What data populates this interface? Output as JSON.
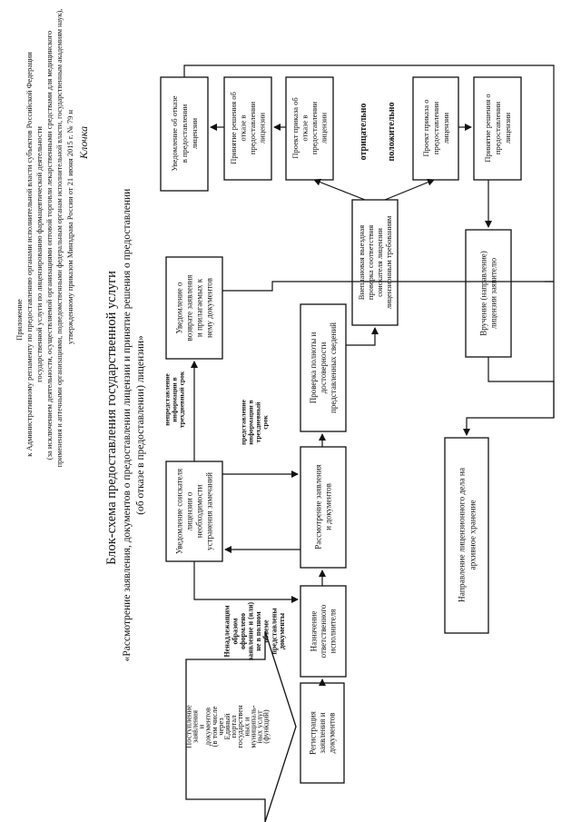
{
  "header": {
    "lines": [
      "Приложение",
      "к Административному регламенту по предоставлению органами исполнительной власти субъектов Российской Федерации",
      "государственной услуги по лицензированию фармацевтической деятельности",
      "(за исключением деятельности, осуществляемой организациями оптовой торговли лекарственными средствами для медицинского",
      "применения и аптечными организациями, подведомственными федеральным органам исполнительной власти, государственным академиям наук),",
      "утвержденному приказом Минздрава России от 21 июня 2015 г. № 79 н"
    ]
  },
  "title": {
    "main": "Блок-схема предоставления государственной услуги",
    "sub": "«Рассмотрение заявления, документов о предоставлении лицензии и принятие решения о предоставлении",
    "sub2": "(об отказе в предоставлении) лицензии»"
  },
  "boxes": {
    "input_arrow": [
      "Поступление",
      "заявления",
      "и",
      "документов",
      "(в том числе",
      "через",
      "Единый",
      "портал",
      "государствен",
      "ных и",
      "муниципаль-",
      "ных услуг",
      "(функций)"
    ],
    "registration": [
      "Регистрация",
      "заявления и",
      "документов"
    ],
    "assign_executor": [
      "Назначение",
      "ответственного",
      "исполнителя"
    ],
    "review": [
      "Рассмотрение заявления",
      "и документов"
    ],
    "notify_applicant": [
      "Уведомление соискателя",
      "лицензии о",
      "необходимости",
      "устранения замечаний"
    ],
    "check_completeness": [
      "Проверка полноты и",
      "достоверности",
      "представленных сведений"
    ],
    "notify_return": [
      "Уведомление о",
      "возврате заявления",
      "и прилагаемых к",
      "нему документов"
    ],
    "site_inspection": [
      "Внеплановая выездная",
      "проверка соответствия",
      "соискателя лицензии",
      "лицензионным требованиям"
    ],
    "delivery": [
      "Вручение (направление)",
      "лицензии заявителю"
    ],
    "archive": [
      "Направление лицензионного дела на",
      "архивное хранение"
    ],
    "notify_refusal": [
      "Уведомление об отказе",
      "в предоставлении",
      "лицензии"
    ],
    "decision_refusal": [
      "Принятие решения об",
      "отказе в",
      "предоставлении",
      "лицензии"
    ],
    "draft_refusal": [
      "Проект приказа об",
      "отказе в",
      "предоставлении",
      "лицензии"
    ],
    "draft_grant": [
      "Проект приказа о",
      "предоставлении",
      "лицензии"
    ],
    "decision_grant": [
      "Принятие решения о",
      "предоставлении",
      "лицензии"
    ]
  },
  "labels": {
    "improper_docs": [
      "Ненадлежащим",
      "образом",
      "оформлено",
      "заявление и (или)",
      "не в полном",
      "объеме",
      "представлены",
      "документы"
    ],
    "provide_info": [
      "представление",
      "информации в",
      "трехдневный",
      "срок"
    ],
    "no_info": [
      "непредставление",
      "информации в",
      "трехдневный срок"
    ],
    "negative": "отрицательно",
    "positive": "положительно"
  },
  "signature": "Клочка"
}
